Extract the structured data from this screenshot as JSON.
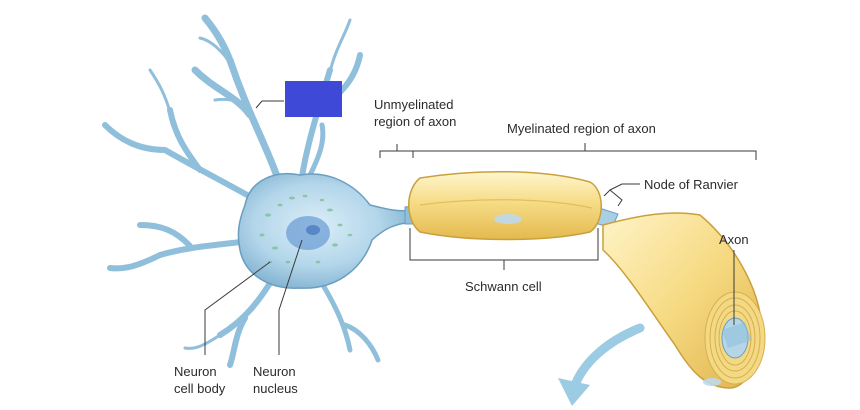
{
  "labels": {
    "unmyelinated": "Unmyelinated\nregion of axon",
    "myelinated": "Myelinated region of axon",
    "node": "Node of Ranvier",
    "axon": "Axon",
    "schwann": "Schwann cell",
    "cell_body": "Neuron\ncell body",
    "nucleus": "Neuron\nnucleus"
  },
  "colors": {
    "neuron_fill": "#a9cfe4",
    "neuron_stroke": "#5e93b5",
    "myelin_fill": "#f5dc8a",
    "myelin_stroke": "#c7a33e",
    "label_box": "#3f49d8",
    "arrow": "#8fc3df",
    "leader": "#3a3a3a"
  }
}
